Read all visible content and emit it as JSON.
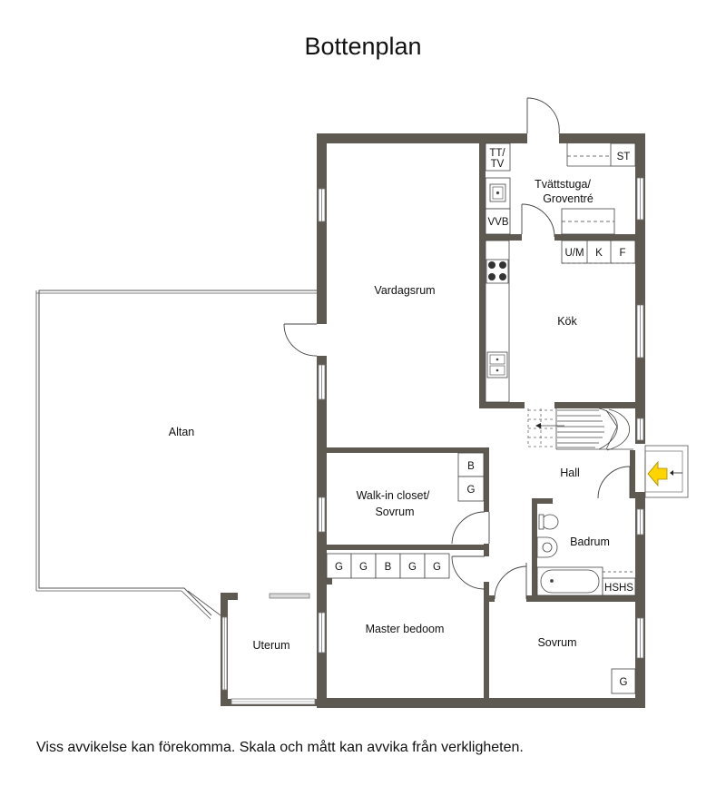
{
  "title": "Bottenplan",
  "disclaimer": "Viss avvikelse kan förekomma. Skala och mått kan avvika från verkligheten.",
  "rooms": {
    "altan": "Altan",
    "vardagsrum": "Vardagsrum",
    "tvattstuga_1": "Tvättstuga/",
    "tvattstuga_2": "Groventré",
    "kok": "Kök",
    "hall": "Hall",
    "walkin_1": "Walk-in closet/",
    "walkin_2": "Sovrum",
    "badrum": "Badrum",
    "master": "Master bedoom",
    "sovrum": "Sovrum",
    "uterum": "Uterum"
  },
  "fixtures": {
    "tt": "TT/",
    "tv": "TV",
    "st": "ST",
    "vvb": "VVB",
    "um": "U/M",
    "k": "K",
    "f": "F",
    "b_walkin": "B",
    "g_walkin": "G",
    "wardrobe": [
      "G",
      "G",
      "B",
      "G",
      "G"
    ],
    "hshs": "HSHS",
    "g_sovrum": "G"
  },
  "colors": {
    "wall": "#5e5951",
    "entrance_arrow": "#ffd400"
  },
  "icons": [
    "stove-icon",
    "sink-icon",
    "toilet-icon",
    "washbasin-icon",
    "bathtub-icon",
    "entrance-arrow-icon"
  ]
}
